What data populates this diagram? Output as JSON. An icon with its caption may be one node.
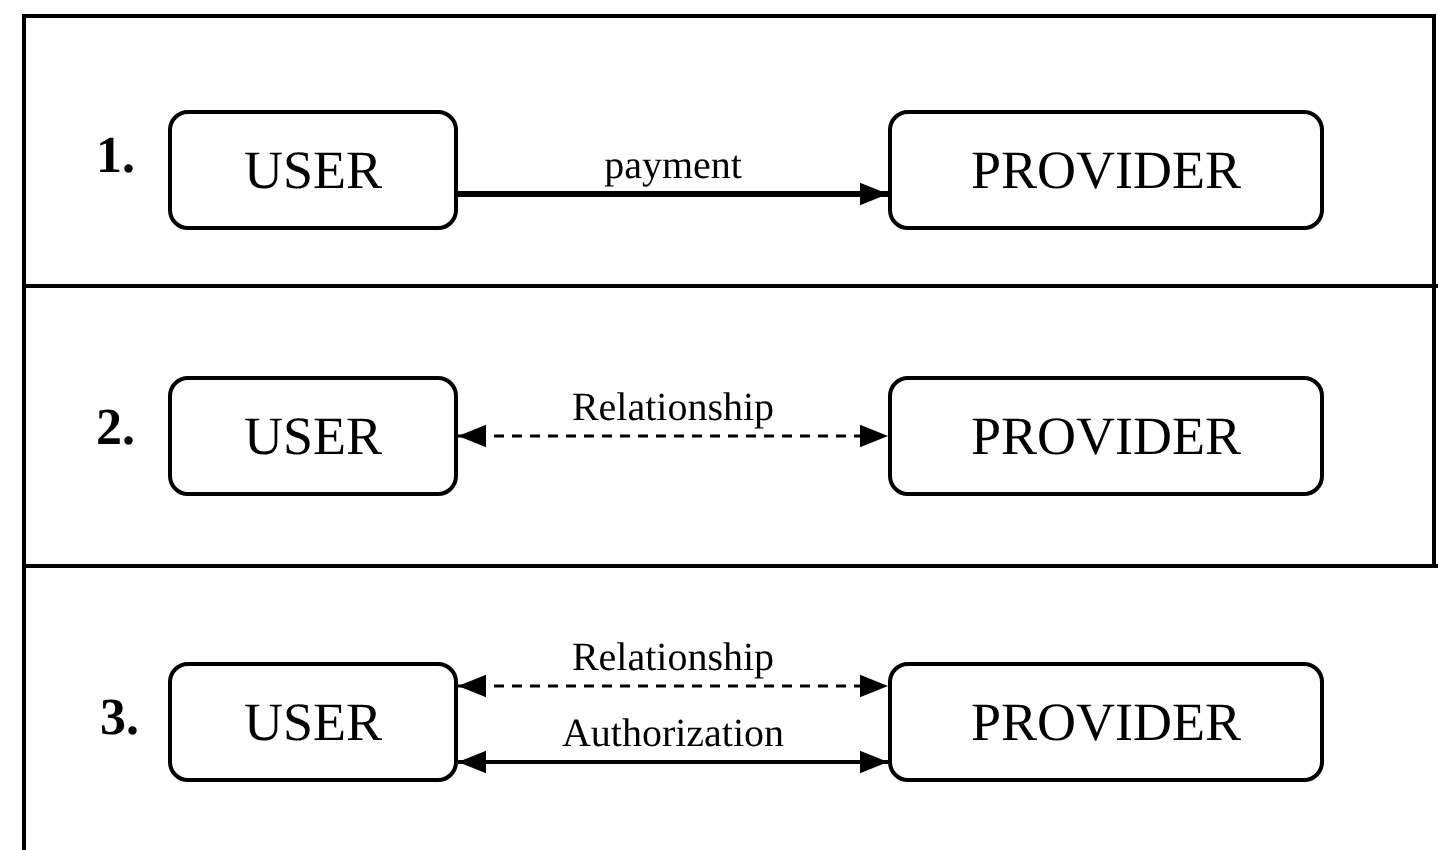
{
  "diagram": {
    "nodes": [
      {
        "text": [
          "USER"
        ]
      },
      {
        "text": [
          "PROVIDER"
        ]
      },
      {
        "text": [
          "USER"
        ]
      },
      {
        "text": [
          "PROVIDER"
        ]
      },
      {
        "text": [
          "USER"
        ]
      },
      {
        "text": [
          "PROVIDER"
        ]
      }
    ],
    "edges": [
      {
        "from": 0,
        "to": 1,
        "arrow": "to",
        "label": "payment",
        "style": "thick"
      },
      {
        "from": 2,
        "to": 3,
        "arrow": "both",
        "label": "Relationship",
        "style": "dashed"
      },
      {
        "from": 4,
        "to": 5,
        "arrow": "both",
        "label": "Relationship",
        "style": "dashed"
      },
      {
        "from": 4,
        "to": 5,
        "arrow": "both",
        "label": "Authorization"
      }
    ],
    "labels": [
      "1.",
      "2.",
      "3."
    ]
  }
}
